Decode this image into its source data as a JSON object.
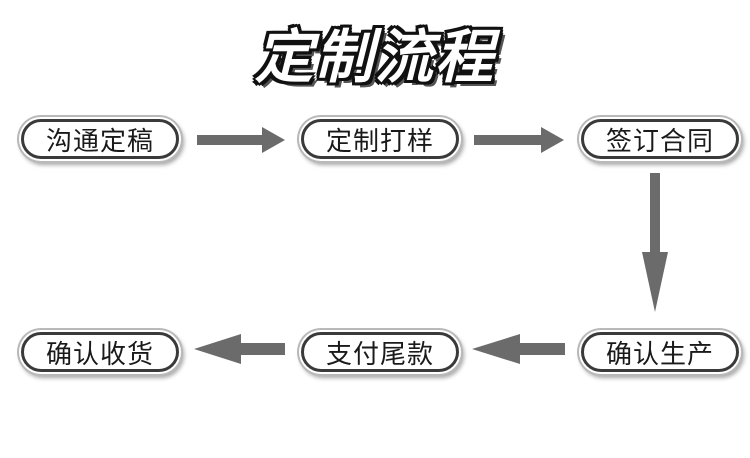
{
  "title": "定制流程",
  "steps": [
    {
      "label": "沟通定稿"
    },
    {
      "label": "定制打样"
    },
    {
      "label": "签订合同"
    },
    {
      "label": "确认生产"
    },
    {
      "label": "支付尾款"
    },
    {
      "label": "确认收货"
    }
  ],
  "colors": {
    "arrow": "#6b6b6b",
    "box_border": "#3a3a3a",
    "text": "#1a1a1a"
  }
}
